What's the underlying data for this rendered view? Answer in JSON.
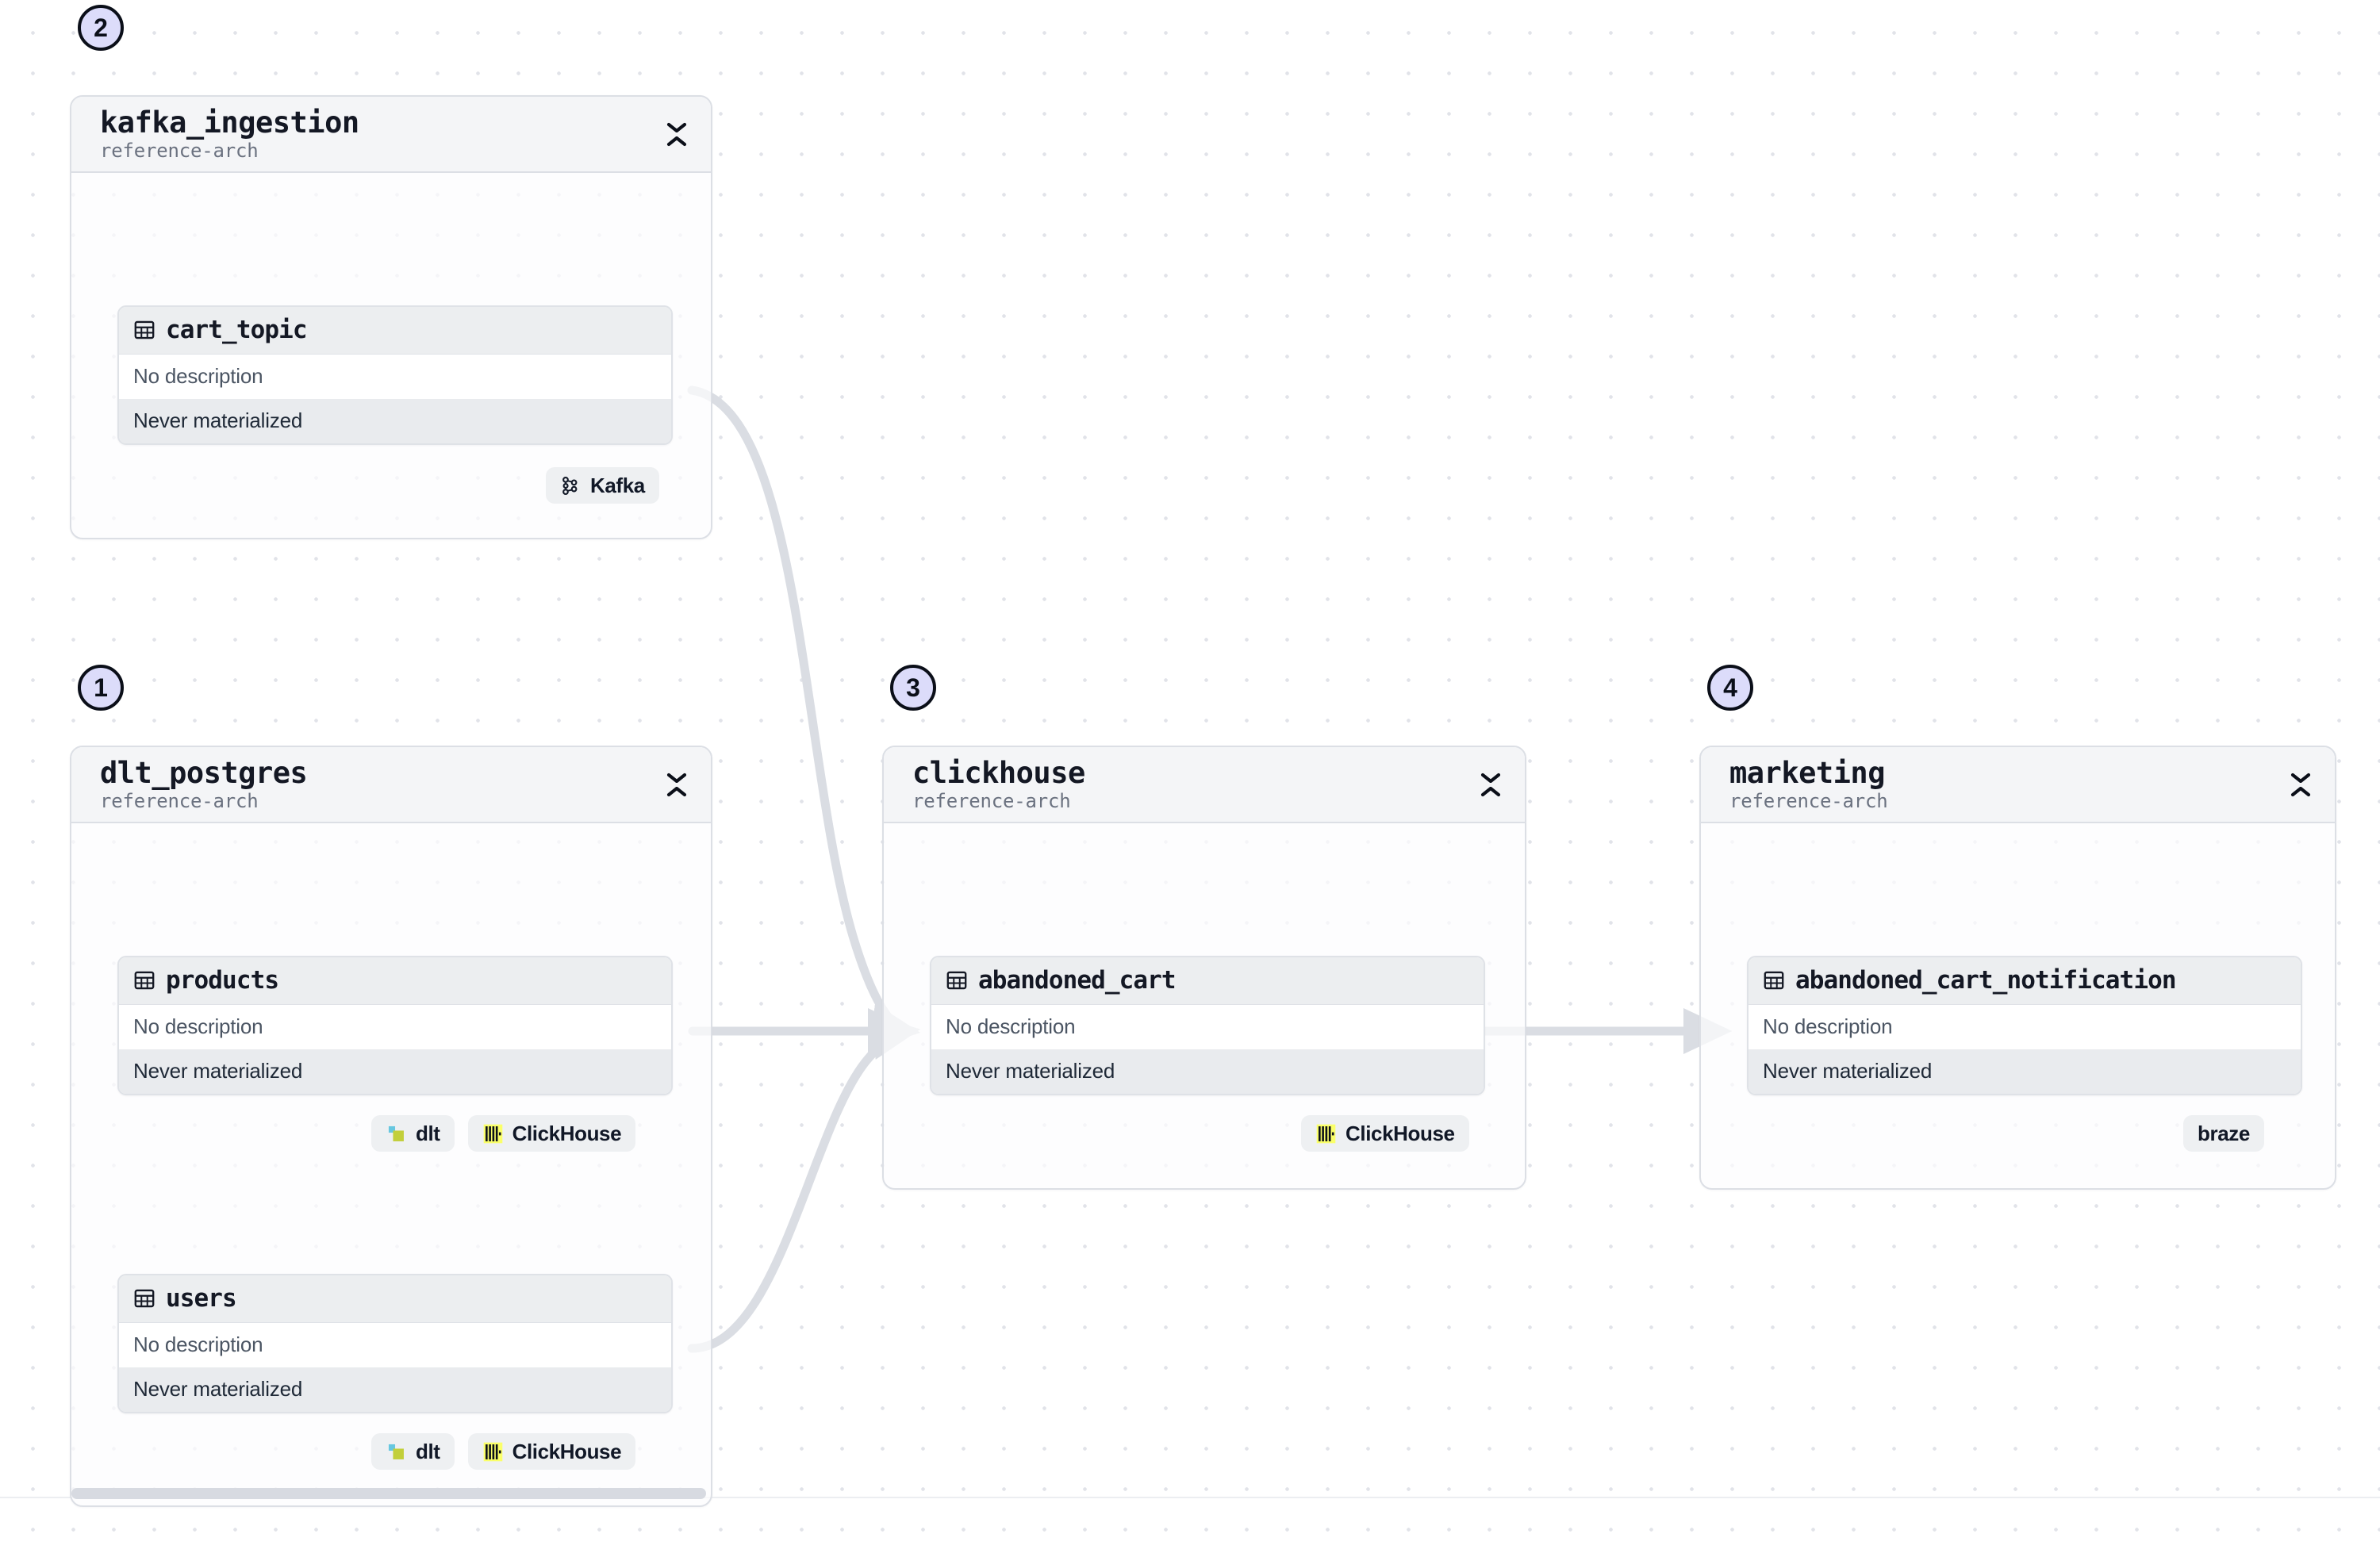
{
  "canvas": {
    "background": "#ffffff",
    "dot_grid_color": "#e1e3e9",
    "edge_color": "#dadde3",
    "step_badge_fill": "#dcdcfa",
    "step_badge_border": "#0b0f19"
  },
  "groups": [
    {
      "id": "kafka_ingestion",
      "title": "kafka_ingestion",
      "subtitle": "reference-arch",
      "step": "2",
      "collapse_icon": "collapse-vertical-icon",
      "tables": [
        {
          "id": "cart_topic",
          "name": "cart_topic",
          "icon": "table-grid-icon",
          "description": "No description",
          "status": "Never materialized"
        }
      ],
      "badges": [
        {
          "label": "Kafka",
          "icon": "kafka-icon"
        }
      ]
    },
    {
      "id": "dlt_postgres",
      "title": "dlt_postgres",
      "subtitle": "reference-arch",
      "step": "1",
      "collapse_icon": "collapse-vertical-icon",
      "tables": [
        {
          "id": "products",
          "name": "products",
          "icon": "table-grid-icon",
          "description": "No description",
          "status": "Never materialized"
        },
        {
          "id": "users",
          "name": "users",
          "icon": "table-grid-icon",
          "description": "No description",
          "status": "Never materialized"
        }
      ],
      "badges": [
        {
          "label": "dlt",
          "icon": "dlt-icon"
        },
        {
          "label": "ClickHouse",
          "icon": "clickhouse-icon"
        }
      ],
      "badges2": [
        {
          "label": "dlt",
          "icon": "dlt-icon"
        },
        {
          "label": "ClickHouse",
          "icon": "clickhouse-icon"
        }
      ]
    },
    {
      "id": "clickhouse",
      "title": "clickhouse",
      "subtitle": "reference-arch",
      "step": "3",
      "collapse_icon": "collapse-vertical-icon",
      "tables": [
        {
          "id": "abandoned_cart",
          "name": "abandoned_cart",
          "icon": "table-grid-icon",
          "description": "No description",
          "status": "Never materialized"
        }
      ],
      "badges": [
        {
          "label": "ClickHouse",
          "icon": "clickhouse-icon"
        }
      ]
    },
    {
      "id": "marketing",
      "title": "marketing",
      "subtitle": "reference-arch",
      "step": "4",
      "collapse_icon": "collapse-vertical-icon",
      "tables": [
        {
          "id": "abandoned_cart_notification",
          "name": "abandoned_cart_notification",
          "icon": "table-grid-icon",
          "description": "No description",
          "status": "Never materialized"
        }
      ],
      "badges": [
        {
          "label": "braze",
          "icon": "none"
        }
      ]
    }
  ],
  "edges": [
    {
      "from": "cart_topic",
      "to": "abandoned_cart",
      "style": "curved"
    },
    {
      "from": "products",
      "to": "abandoned_cart",
      "style": "straight"
    },
    {
      "from": "users",
      "to": "abandoned_cart",
      "style": "curved"
    },
    {
      "from": "abandoned_cart",
      "to": "abandoned_cart_notification",
      "style": "straight"
    }
  ]
}
